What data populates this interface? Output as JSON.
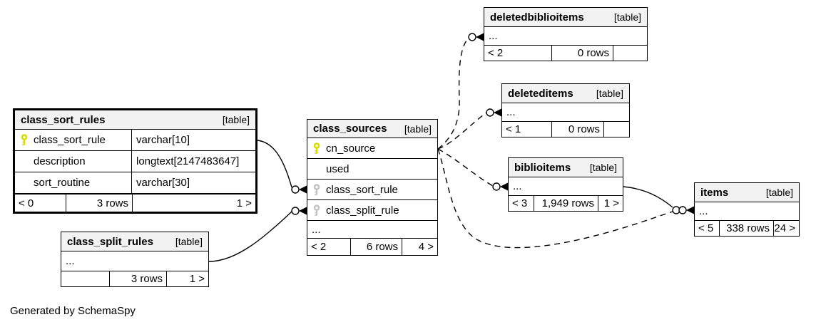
{
  "credit": "Generated by SchemaSpy",
  "colors": {
    "header_bg": "#f2f2f2",
    "border": "#000000",
    "primary_key": "#d8dd00",
    "foreign_key": "#c4c4c4",
    "edge": "#000000"
  },
  "tables": {
    "class_sort_rules": {
      "name": "class_sort_rules",
      "tag": "[table]",
      "rows": [
        {
          "name": "class_sort_rule",
          "type": "varchar[10]",
          "key": "primary"
        },
        {
          "name": "description",
          "type": "longtext[2147483647]",
          "key": "none"
        },
        {
          "name": "sort_routine",
          "type": "varchar[30]",
          "key": "none"
        }
      ],
      "footer": {
        "left": "< 0",
        "middle": "3 rows",
        "right": "1 >"
      }
    },
    "class_split_rules": {
      "name": "class_split_rules",
      "tag": "[table]",
      "ellipsis": "...",
      "footer": {
        "left": "",
        "middle": "3 rows",
        "right": "1 >"
      }
    },
    "class_sources": {
      "name": "class_sources",
      "tag": "[table]",
      "rows": [
        {
          "name": "cn_source",
          "key": "primary"
        },
        {
          "name": "used",
          "key": "none"
        },
        {
          "name": "class_sort_rule",
          "key": "foreign"
        },
        {
          "name": "class_split_rule",
          "key": "foreign"
        }
      ],
      "ellipsis": "...",
      "footer": {
        "left": "< 2",
        "middle": "6 rows",
        "right": "4 >"
      }
    },
    "deletedbiblioitems": {
      "name": "deletedbiblioitems",
      "tag": "[table]",
      "ellipsis": "...",
      "footer": {
        "left": "< 2",
        "middle": "0 rows",
        "right": ""
      }
    },
    "deleteditems": {
      "name": "deleteditems",
      "tag": "[table]",
      "ellipsis": "...",
      "footer": {
        "left": "< 1",
        "middle": "0 rows",
        "right": ""
      }
    },
    "biblioitems": {
      "name": "biblioitems",
      "tag": "[table]",
      "ellipsis": "...",
      "footer": {
        "left": "< 3",
        "middle": "1,949 rows",
        "right": "1 >"
      }
    },
    "items": {
      "name": "items",
      "tag": "[table]",
      "ellipsis": "...",
      "footer": {
        "left": "< 5",
        "middle": "338 rows",
        "right": "24 >"
      }
    }
  }
}
